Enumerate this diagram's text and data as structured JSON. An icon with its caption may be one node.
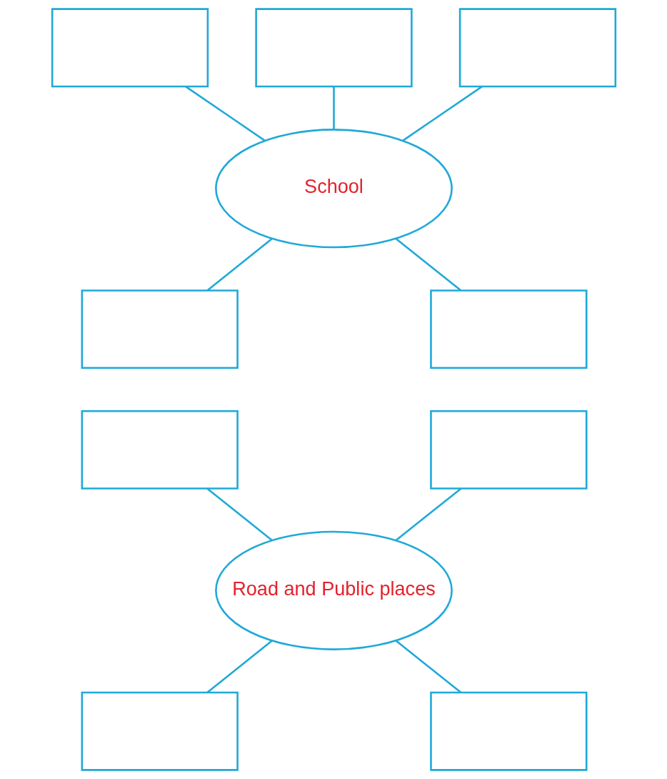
{
  "diagram": {
    "nodes": [
      {
        "text": [],
        "shape": "box"
      },
      {
        "text": [],
        "shape": "box"
      },
      {
        "text": [],
        "shape": "box"
      },
      {
        "text": [
          "School"
        ]
      },
      {
        "text": [],
        "shape": "box"
      },
      {
        "text": [],
        "shape": "box"
      },
      {
        "text": [],
        "shape": "box"
      },
      {
        "text": [],
        "shape": "box"
      },
      {
        "text": [
          "Road and Public places"
        ]
      },
      {
        "text": [],
        "shape": "box"
      },
      {
        "text": [],
        "shape": "box"
      }
    ],
    "edges": [
      {
        "from": 0,
        "to": 3,
        "arrow": "none"
      },
      {
        "from": 1,
        "to": 3,
        "arrow": "none"
      },
      {
        "from": 2,
        "to": 3,
        "arrow": "none"
      },
      {
        "from": 3,
        "to": 4,
        "arrow": "none"
      },
      {
        "from": 3,
        "to": 5,
        "arrow": "none"
      },
      {
        "from": 6,
        "to": 8,
        "arrow": "none"
      },
      {
        "from": 7,
        "to": 8,
        "arrow": "none"
      },
      {
        "from": 8,
        "to": 9,
        "arrow": "none"
      },
      {
        "from": 8,
        "to": 10,
        "arrow": "none"
      }
    ]
  }
}
